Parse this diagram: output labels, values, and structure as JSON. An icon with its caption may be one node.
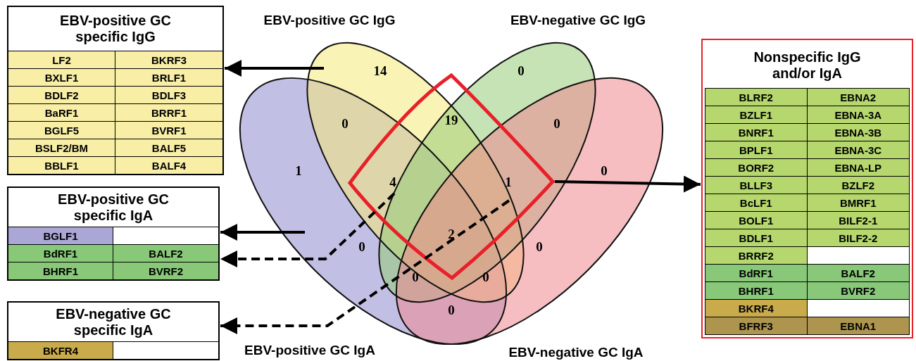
{
  "diagram": {
    "nodes": [
      {
        "text": [
          "EBV-positive GC specific IgG",
          "LF2",
          "BKRF3",
          "BXLF1",
          "BRLF1",
          "BDLF2",
          "BDLF3",
          "BaRF1",
          "BRRF1",
          "BGLF5",
          "BVRF1",
          "BSLF2/BM",
          "BALF5",
          "BBLF1",
          "BALF4"
        ]
      },
      {
        "text": [
          "EBV-positive GC specific IgA",
          "BGLF1",
          "BdRF1",
          "BALF2",
          "BHRF1",
          "BVRF2"
        ]
      },
      {
        "text": [
          "EBV-negative GC specific IgA",
          "BKFR4"
        ]
      },
      {
        "text": [
          "Nonspecific IgG and/or IgA",
          "BLRF2",
          "EBNA2",
          "BZLF1",
          "EBNA-3A",
          "BNRF1",
          "EBNA-3B",
          "BPLF1",
          "EBNA-3C",
          "BORF2",
          "EBNA-LP",
          "BLLF3",
          "BZLF2",
          "BcLF1",
          "BMRF1",
          "BOLF1",
          "BILF2-1",
          "BDLF1",
          "BILF2-2",
          "BRRF2",
          "BdRF1",
          "BALF2",
          "BHRF1",
          "BVRF2",
          "BKRF4",
          "BFRF3",
          "EBNA1"
        ]
      },
      {
        "text": [],
        "shape": "diamond"
      }
    ],
    "edges": [
      {
        "from": null,
        "to": 0,
        "arrow": "to"
      },
      {
        "from": null,
        "to": 1,
        "arrow": "to"
      },
      {
        "from": 4,
        "to": 1,
        "arrow": "to",
        "style": "dashed"
      },
      {
        "from": 4,
        "to": 2,
        "arrow": "to",
        "style": "dashed"
      },
      {
        "from": 4,
        "to": 3,
        "arrow": "to"
      }
    ],
    "labels": [
      "EBV-positive GC IgG",
      "EBV-negative GC IgG",
      "14",
      "0",
      "0",
      "19",
      "0",
      "1",
      "0",
      "4",
      "1",
      "2",
      "0",
      "0",
      "0",
      "0",
      "0",
      "EBV-positive GC IgA",
      "EBV-negative GC IgA"
    ]
  }
}
